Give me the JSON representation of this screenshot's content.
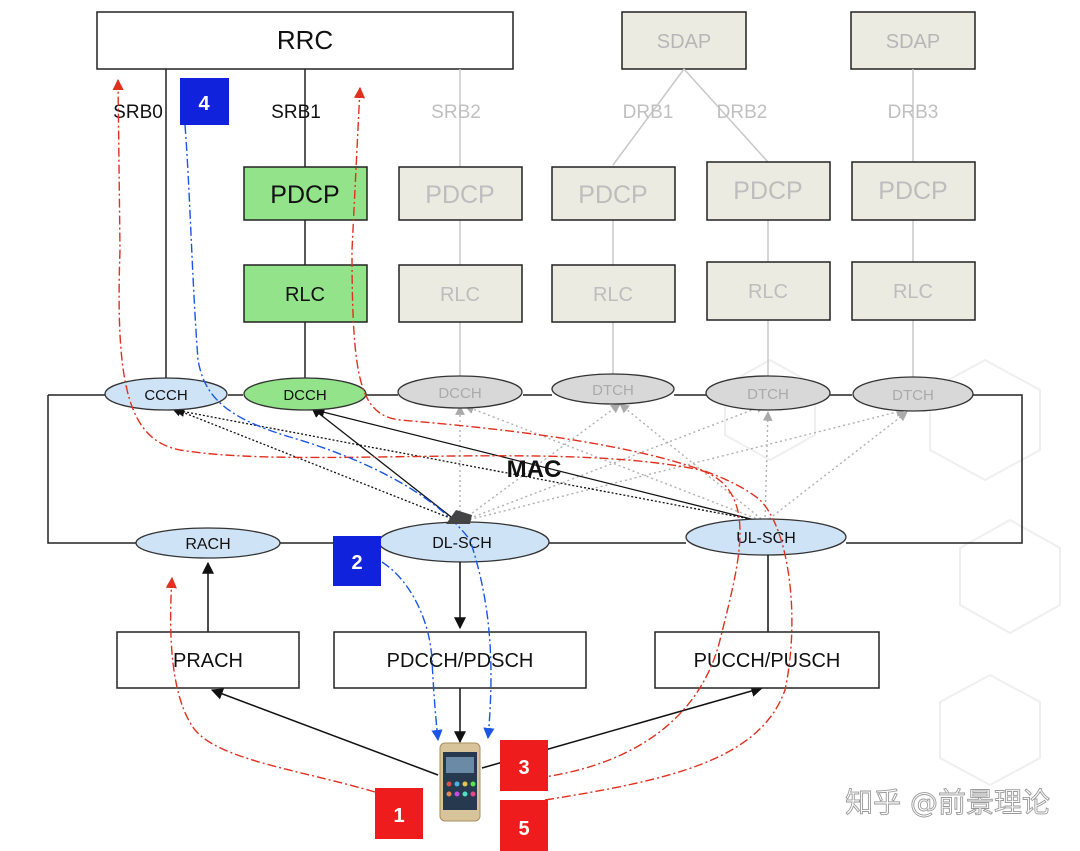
{
  "rrc": "RRC",
  "sdap_left": "SDAP",
  "sdap_right": "SDAP",
  "bearers": {
    "srb0": "SRB0",
    "srb1": "SRB1",
    "srb2": "SRB2",
    "drb1": "DRB1",
    "drb2": "DRB2",
    "drb3": "DRB3"
  },
  "pdcp": [
    "PDCP",
    "PDCP",
    "PDCP",
    "PDCP",
    "PDCP"
  ],
  "rlc": [
    "RLC",
    "RLC",
    "RLC",
    "RLC",
    "RLC"
  ],
  "logical_channels": [
    "CCCH",
    "DCCH",
    "DCCH",
    "DTCH",
    "DTCH",
    "DTCH"
  ],
  "mac": "MAC",
  "transport_channels": {
    "rach": "RACH",
    "dlsch": "DL-SCH",
    "ulsch": "UL-SCH"
  },
  "physical_channels": {
    "prach": "PRACH",
    "pdcch_pdsch": "PDCCH/PDSCH",
    "pucch_pusch": "PUCCH/PUSCH"
  },
  "steps": [
    "1",
    "2",
    "3",
    "4",
    "5"
  ],
  "watermark": "知乎 @前景理论",
  "colors": {
    "active_green": "#92e38a",
    "inactive_gray": "#ecebe2",
    "channel_blue": "#cfe3f7",
    "step_red": "#ee1c1c",
    "step_blue": "#1122dd",
    "path_red": "#e0301e",
    "path_blue": "#1a55e6"
  }
}
